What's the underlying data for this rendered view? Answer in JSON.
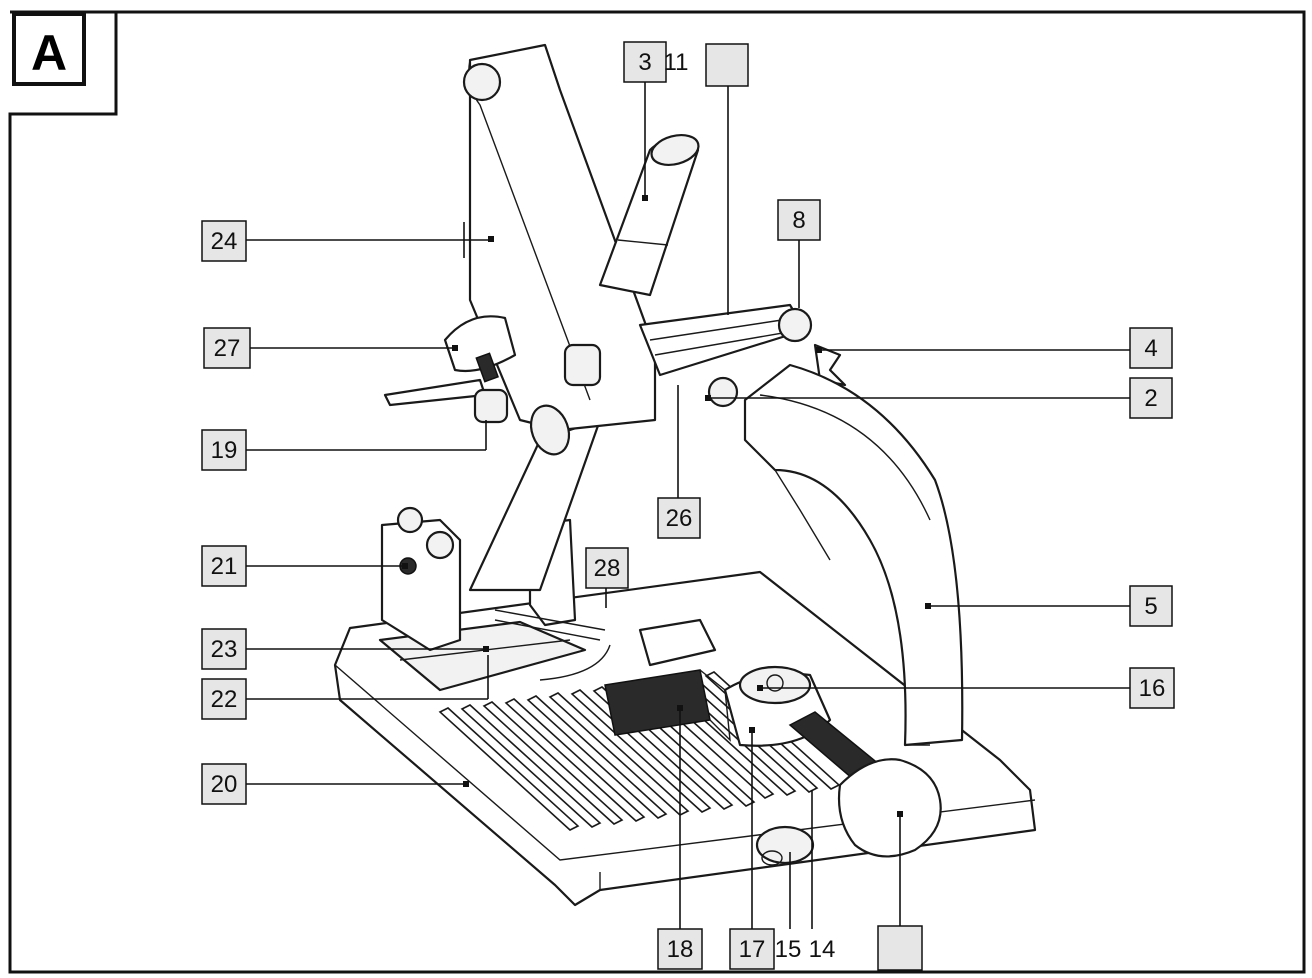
{
  "figure": {
    "letter": "A"
  },
  "callouts": [
    {
      "id": "c3",
      "text": "3"
    },
    {
      "id": "c11",
      "text": "11"
    },
    {
      "id": "c-blank-top",
      "text": ""
    },
    {
      "id": "c8",
      "text": "8"
    },
    {
      "id": "c24",
      "text": "24"
    },
    {
      "id": "c27",
      "text": "27"
    },
    {
      "id": "c4",
      "text": "4"
    },
    {
      "id": "c2",
      "text": "2"
    },
    {
      "id": "c19",
      "text": "19"
    },
    {
      "id": "c26",
      "text": "26"
    },
    {
      "id": "c21",
      "text": "21"
    },
    {
      "id": "c28",
      "text": "28"
    },
    {
      "id": "c5",
      "text": "5"
    },
    {
      "id": "c23",
      "text": "23"
    },
    {
      "id": "c16",
      "text": "16"
    },
    {
      "id": "c22",
      "text": "22"
    },
    {
      "id": "c20",
      "text": "20"
    },
    {
      "id": "c18",
      "text": "18"
    },
    {
      "id": "c17",
      "text": "17"
    },
    {
      "id": "c15",
      "text": "15"
    },
    {
      "id": "c14",
      "text": "14"
    },
    {
      "id": "c-blank-bottom",
      "text": ""
    }
  ]
}
